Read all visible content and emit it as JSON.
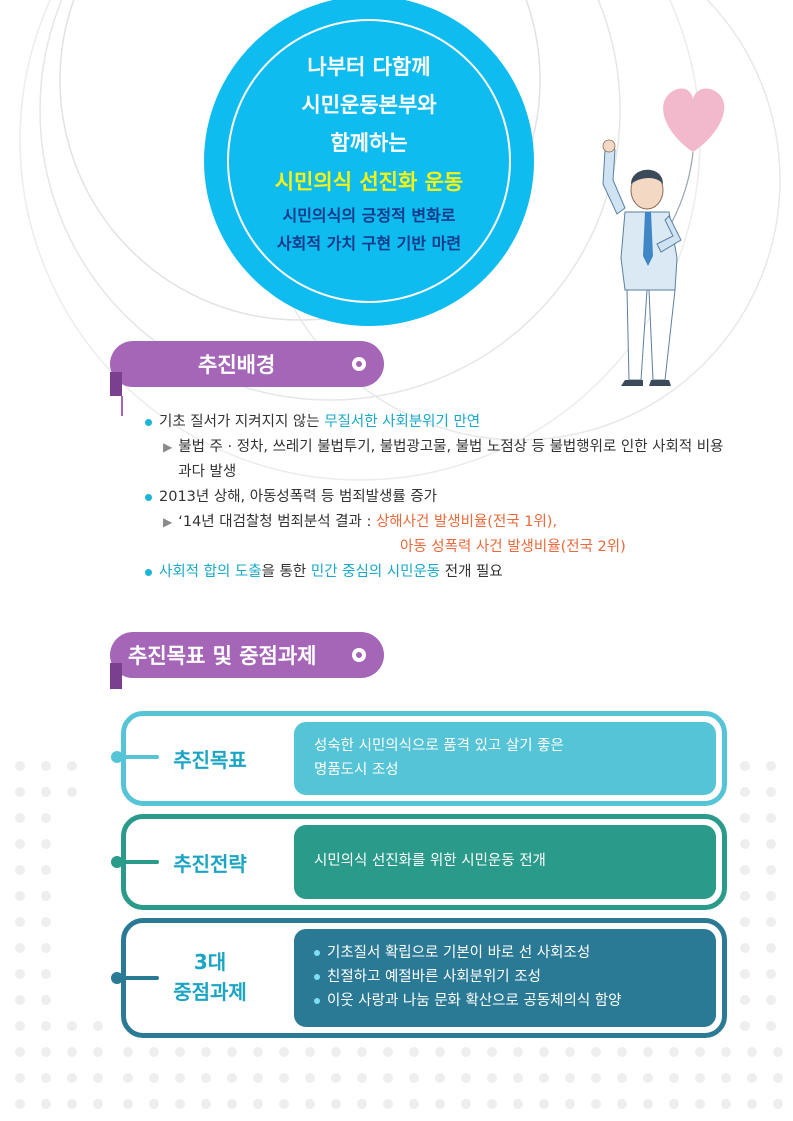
{
  "hero": {
    "line1": "나부터 다함께",
    "line2": "시민운동본부와",
    "line3": "함께하는",
    "accent": "시민의식 선진화 운동",
    "sub1": "시민의식의 긍정적 변화로",
    "sub2": "사회적 가치 구현 기반 마련"
  },
  "background": {
    "title": "추진배경",
    "b1_pre": "기초 질서가 지켜지지 않는 ",
    "b1_hl": "무질서한 사회분위기 만연",
    "b1_sub": "불법 주 · 정차, 쓰레기 불법투기, 불법광고물, 불법 노점상 등 불법행위로 인한 사회적 비용 과다 발생",
    "b2": "2013년 상해, 아동성폭력 등 범죄발생률 증가",
    "b2_sub_pre": "‘14년 대검찰청 범죄분석 결과 : ",
    "b2_sub_hl1": "상해사건 발생비율(전국 1위),",
    "b2_sub_hl2": "아동 성폭력 사건 발생비율(전국 2위)",
    "b3_hl1": "사회적 합의 도출",
    "b3_mid": "을 통한 ",
    "b3_hl2": "민간 중심의 시민운동",
    "b3_post": " 전개 필요"
  },
  "goals": {
    "title": "추진목표 및 중점과제",
    "goal_label": "추진목표",
    "goal_text1": "성숙한 시민의식으로 품격 있고 살기 좋은",
    "goal_text2": "명품도시 조성",
    "strategy_label": "추진전략",
    "strategy_text": "시민의식 선진화를 위한 시민운동 전개",
    "tasks_label1": "3대",
    "tasks_label2": "중점과제",
    "tasks": [
      "기초질서 확립으로 기본이 바로 선 사회조성",
      "친절하고 예절바른 사회분위기 조성",
      "이웃 사랑과 나눔 문화 확산으로 공동체의식 함양"
    ]
  },
  "colors": {
    "hero_blue": "#0fbcf0",
    "hero_accent": "#f7f214",
    "section_purple": "#a566b8",
    "goal_teal": "#56c4d7",
    "strategy_green": "#2a9a8a",
    "tasks_blue": "#2b7a95"
  }
}
